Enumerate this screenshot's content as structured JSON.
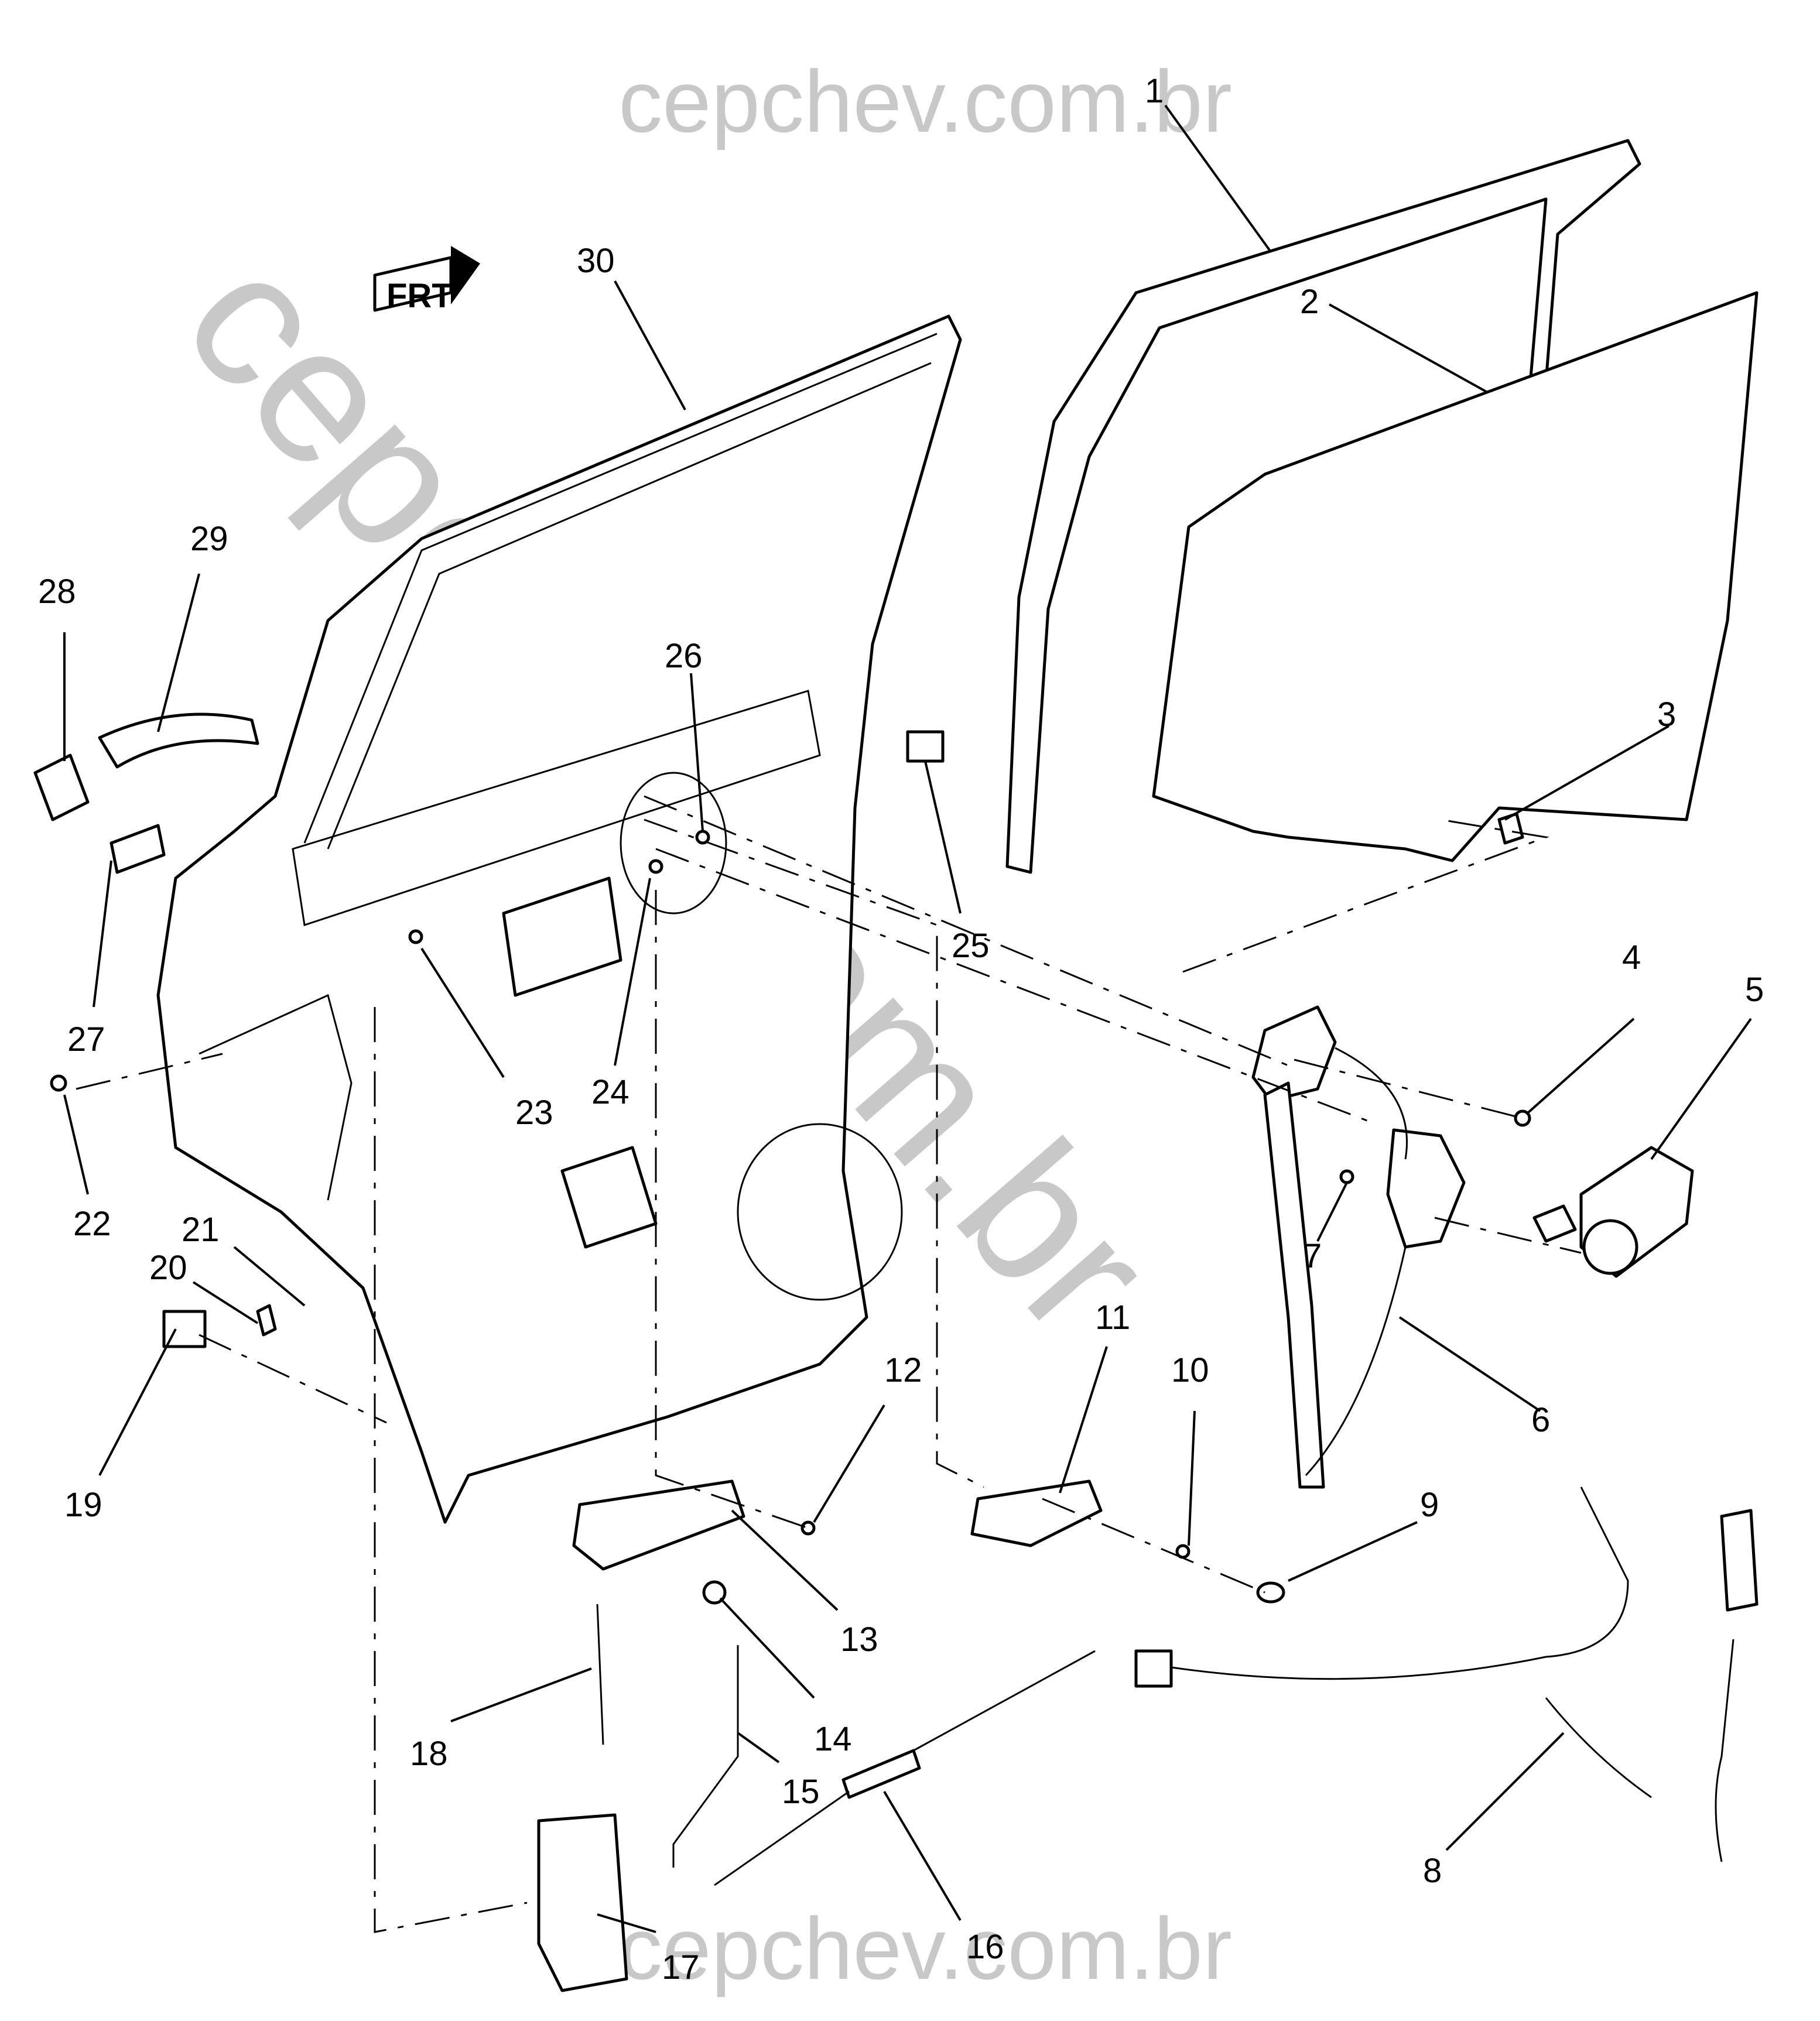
{
  "watermarks": {
    "top": "cepchev.com.br",
    "bottom": "cepchev.com.br",
    "diagonal": "cepchev.com.br"
  },
  "front_indicator": "FRT",
  "callouts": [
    "1",
    "2",
    "3",
    "4",
    "5",
    "6",
    "7",
    "8",
    "9",
    "10",
    "11",
    "12",
    "13",
    "14",
    "15",
    "16",
    "17",
    "18",
    "19",
    "20",
    "21",
    "22",
    "23",
    "24",
    "25",
    "26",
    "27",
    "28",
    "29",
    "30"
  ]
}
